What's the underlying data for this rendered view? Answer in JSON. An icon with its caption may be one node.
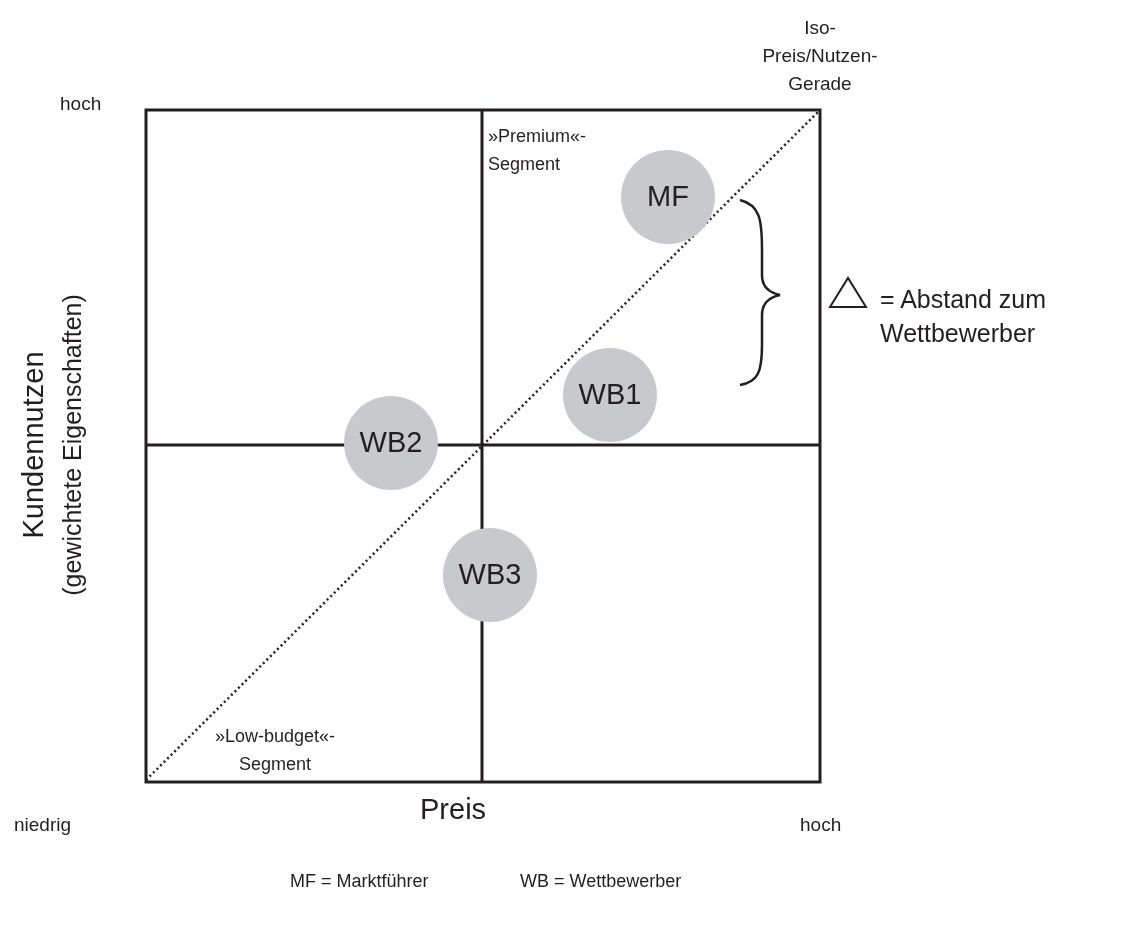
{
  "diagram": {
    "nodes": [
      {
        "text": [
          "MF"
        ]
      },
      {
        "text": [
          "WB1"
        ]
      },
      {
        "text": [
          "WB2"
        ]
      },
      {
        "text": [
          "WB3"
        ]
      }
    ],
    "labels": [
      "Iso- Preis/Nutzen- Gerade",
      "hoch",
      "»Premium«- Segment",
      "= Abstand zum Wettbewerber",
      "Kundennutzen",
      "(gewichtete Eigenschaften)",
      "»Low-budget«- Segment",
      "niedrig",
      "hoch",
      "Preis",
      "MF = Marktführer",
      "WB = Wettbewerber"
    ]
  }
}
